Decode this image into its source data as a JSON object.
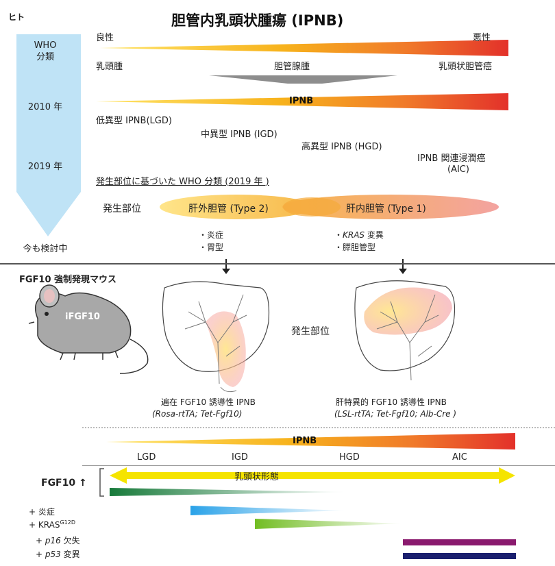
{
  "header": {
    "species_label": "ヒト",
    "title": "胆管内乳頭状腫瘍 (IPNB)"
  },
  "who_column": {
    "classification": "WHO\n分類",
    "year_2010": "2010 年",
    "year_2019": "2019 年",
    "still_reviewing": "今も検討中"
  },
  "top_gradient": {
    "benign": "良性",
    "malignant": "悪性",
    "lesions": [
      "乳頭腫",
      "胆管腺腫",
      "乳頭状胆管癌"
    ]
  },
  "ipnb_bar_2010": {
    "label": "IPNB",
    "grades": [
      "低異型 IPNB(LGD)",
      "中異型 IPNB (IGD)",
      "高異型 IPNB (HGD)",
      "IPNB 関連浸潤癌",
      "(AIC)"
    ]
  },
  "who_2019": {
    "heading": "発生部位に基づいた WHO 分類 (2019 年 )",
    "site_label": "発生部位",
    "type2": "肝外胆管 (Type 2)",
    "type1": "肝内胆管 (Type 1)",
    "type2_features": [
      "・炎症",
      "・胃型"
    ],
    "type1_features_prefix": "・",
    "type1_kras": "KRAS",
    "type1_kras_suffix": " 変異",
    "type1_feature2": "・膵胆管型"
  },
  "mouse_section": {
    "heading": "FGF10 強制発現マウス",
    "mouse_label": "iFGF10",
    "site_label": "発生部位",
    "left_caption": "遍在 FGF10 誘導性 IPNB",
    "left_genotype": "(Rosa-rtTA; Tet-Fgf10)",
    "right_caption": "肝特異的 FGF10 誘導性 IPNB",
    "right_genotype": "(LSL-rtTA; Tet-Fgf10; Alb-Cre )"
  },
  "progression": {
    "bar_label": "IPNB",
    "grades": [
      "LGD",
      "IGD",
      "HGD",
      "AIC"
    ],
    "papillary_label": "乳頭状形態",
    "fgf10_label": "FGF10",
    "up_arrow": "↑",
    "factors": [
      {
        "plus": "+",
        "name": "炎症",
        "italic": false
      },
      {
        "plus": "+",
        "name": "KRAS",
        "sup": "G12D",
        "italic": false
      },
      {
        "plus": "+",
        "name": "p16",
        "suffix": " 欠失",
        "italic": true
      },
      {
        "plus": "+",
        "name": "p53",
        "suffix": " 変異",
        "italic": true
      }
    ],
    "colors": {
      "fgf10": "#1a7a3a",
      "inflammation": "#2aa2e8",
      "kras": "#7cc12a",
      "p16": "#8a1a6e",
      "p53": "#1a1f6e",
      "papillary_arrow": "#f5e400"
    }
  }
}
